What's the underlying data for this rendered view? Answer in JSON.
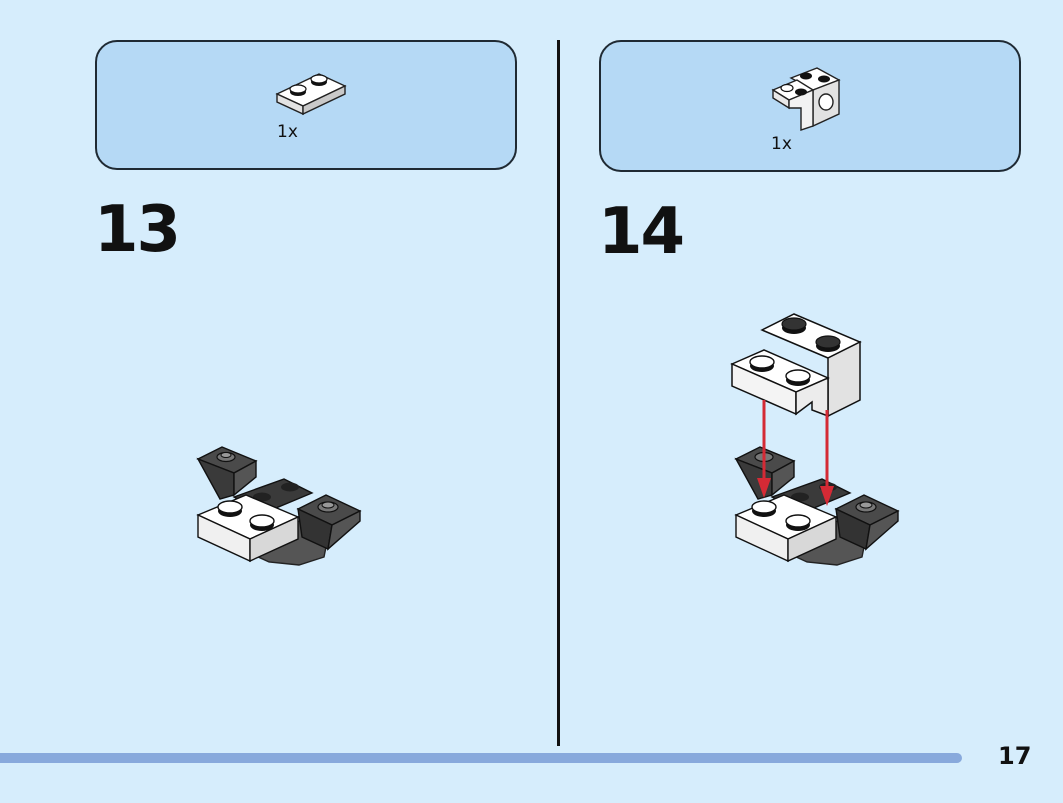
{
  "steps": [
    {
      "number": "13",
      "parts": [
        {
          "quantity": "1x",
          "part": "white-plate-1x2-icon"
        }
      ]
    },
    {
      "number": "14",
      "parts": [
        {
          "quantity": "1x",
          "part": "white-bracket-brick-icon"
        }
      ]
    }
  ],
  "page": {
    "number": "17"
  },
  "colors": {
    "background": "#d6edfc",
    "parts_panel": "#b5d9f5",
    "progress_bar": "#88a9dc",
    "arrow": "#d42a35"
  }
}
